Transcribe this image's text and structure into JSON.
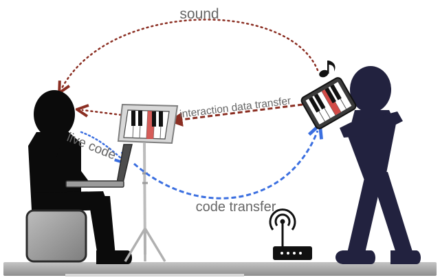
{
  "labels": {
    "sound": "sound",
    "interaction": "interaction data transfer",
    "live_code": "live code",
    "code_transfer": "code transfer"
  },
  "colors": {
    "sound_arrow": "#8b2e22",
    "interaction_arrow": "#8b2e22",
    "code_arrow": "#3b6fe0",
    "left_person": "#0b0b0b",
    "right_person": "#22223f",
    "floor": "#a9a9a9",
    "stool": "#9a9a9a",
    "label_text": "#666666"
  },
  "icons": {
    "music_note": "music-note-icon",
    "wifi_router": "wifi-router-icon"
  }
}
